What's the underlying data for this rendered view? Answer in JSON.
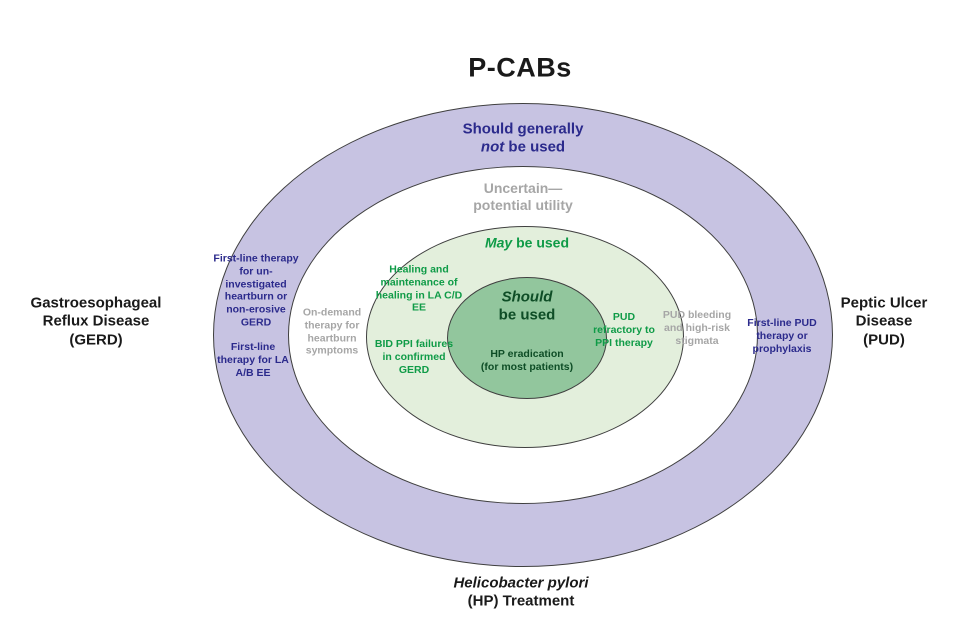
{
  "title": "P-CABs",
  "colors": {
    "purple_ring": "#c7c3e2",
    "navy_text": "#2b2a8c",
    "gray_text": "#a6a6a6",
    "light_green_ring": "#e3efdc",
    "dark_green_center": "#92c69d",
    "green_text": "#0f9b47",
    "dark_green_text": "#0e4d26",
    "outline": "#3f3f3f"
  },
  "side_labels": {
    "left": {
      "line1": "Gastroesophageal",
      "line2": "Reflux Disease",
      "line3": "(GERD)"
    },
    "right": {
      "line1": "Peptic Ulcer",
      "line2": "Disease",
      "line3": "(PUD)"
    },
    "bottom": {
      "italic": "Helicobacter pylori",
      "line2": "(HP) Treatment"
    }
  },
  "rings": {
    "outer": {
      "heading_line1": "Should generally",
      "heading_italic": "not",
      "heading_rest": " be used",
      "left_item1": "First-line therapy for un-investigated heartburn or non-erosive GERD",
      "left_item2": "First-line therapy for LA A/B EE",
      "right_item": "First-line PUD therapy or prophylaxis"
    },
    "uncertain": {
      "heading_line1": "Uncertain—",
      "heading_line2": "potential utility",
      "left_item": "On-demand therapy for heartburn symptoms",
      "right_item": "PUD bleeding and high-risk stigmata"
    },
    "may": {
      "heading_italic": "May",
      "heading_rest": " be used",
      "left_item1": "Healing and maintenance of healing in LA C/D EE",
      "left_item2": "BID PPI failures in confirmed GERD",
      "right_item": "PUD refractory to PPI therapy"
    },
    "should": {
      "heading_italic": "Should",
      "heading_line2": "be used",
      "item_line1": "HP eradication",
      "item_line2": "(for most patients)"
    }
  }
}
